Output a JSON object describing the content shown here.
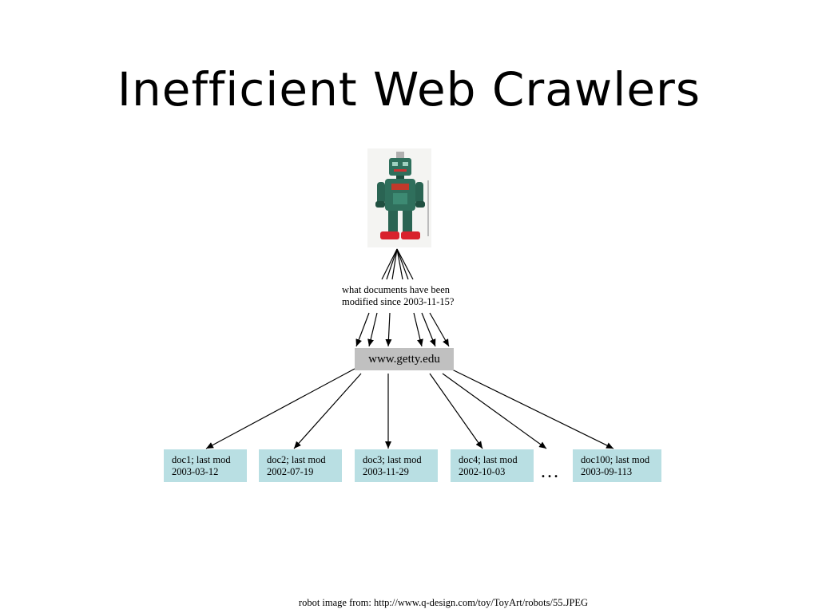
{
  "slide": {
    "title": "Inefficient Web Crawlers",
    "question_line1": "what documents have been",
    "question_line2": "modified since 2003-11-15?",
    "server": "www.getty.edu",
    "ellipsis": "…",
    "credit": "robot image from: http://www.q-design.com/toy/ToyArt/robots/55.JPEG"
  },
  "documents": [
    {
      "line1": "doc1; last mod",
      "line2": "2003-03-12"
    },
    {
      "line1": "doc2; last mod",
      "line2": "2002-07-19"
    },
    {
      "line1": "doc3; last mod",
      "line2": "2003-11-29"
    },
    {
      "line1": "doc4; last mod",
      "line2": "2002-10-03"
    },
    {
      "line1": "doc100; last mod",
      "line2": "2003-09-113"
    }
  ],
  "colors": {
    "server_box": "#c0c0c0",
    "doc_box": "#b9dfe3",
    "robot_body": "#2f6f5c",
    "robot_feet": "#d8222c"
  },
  "icons": {
    "robot": "robot-toy-image"
  }
}
